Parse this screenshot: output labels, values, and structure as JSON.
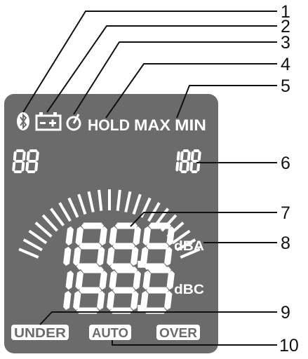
{
  "lcd": {
    "background_color": "#6b6b6b",
    "segment_color": "#ffffff",
    "icons": [
      "bluetooth-icon",
      "battery-icon",
      "auto-power-off-icon"
    ],
    "indicators": {
      "hold": "HOLD",
      "max": "MAX",
      "min": "MIN"
    },
    "small_digits_left": "88",
    "small_digits_right": "188",
    "main_digits_top": "188.8",
    "main_digits_bottom": "188.8",
    "units": {
      "dba": "dBA",
      "dbc": "dBC"
    },
    "bottom_labels": {
      "under": "UNDER",
      "auto": "AUTO",
      "over": "OVER"
    }
  },
  "callouts": [
    "1",
    "2",
    "3",
    "4",
    "5",
    "6",
    "7",
    "8",
    "9",
    "10"
  ]
}
